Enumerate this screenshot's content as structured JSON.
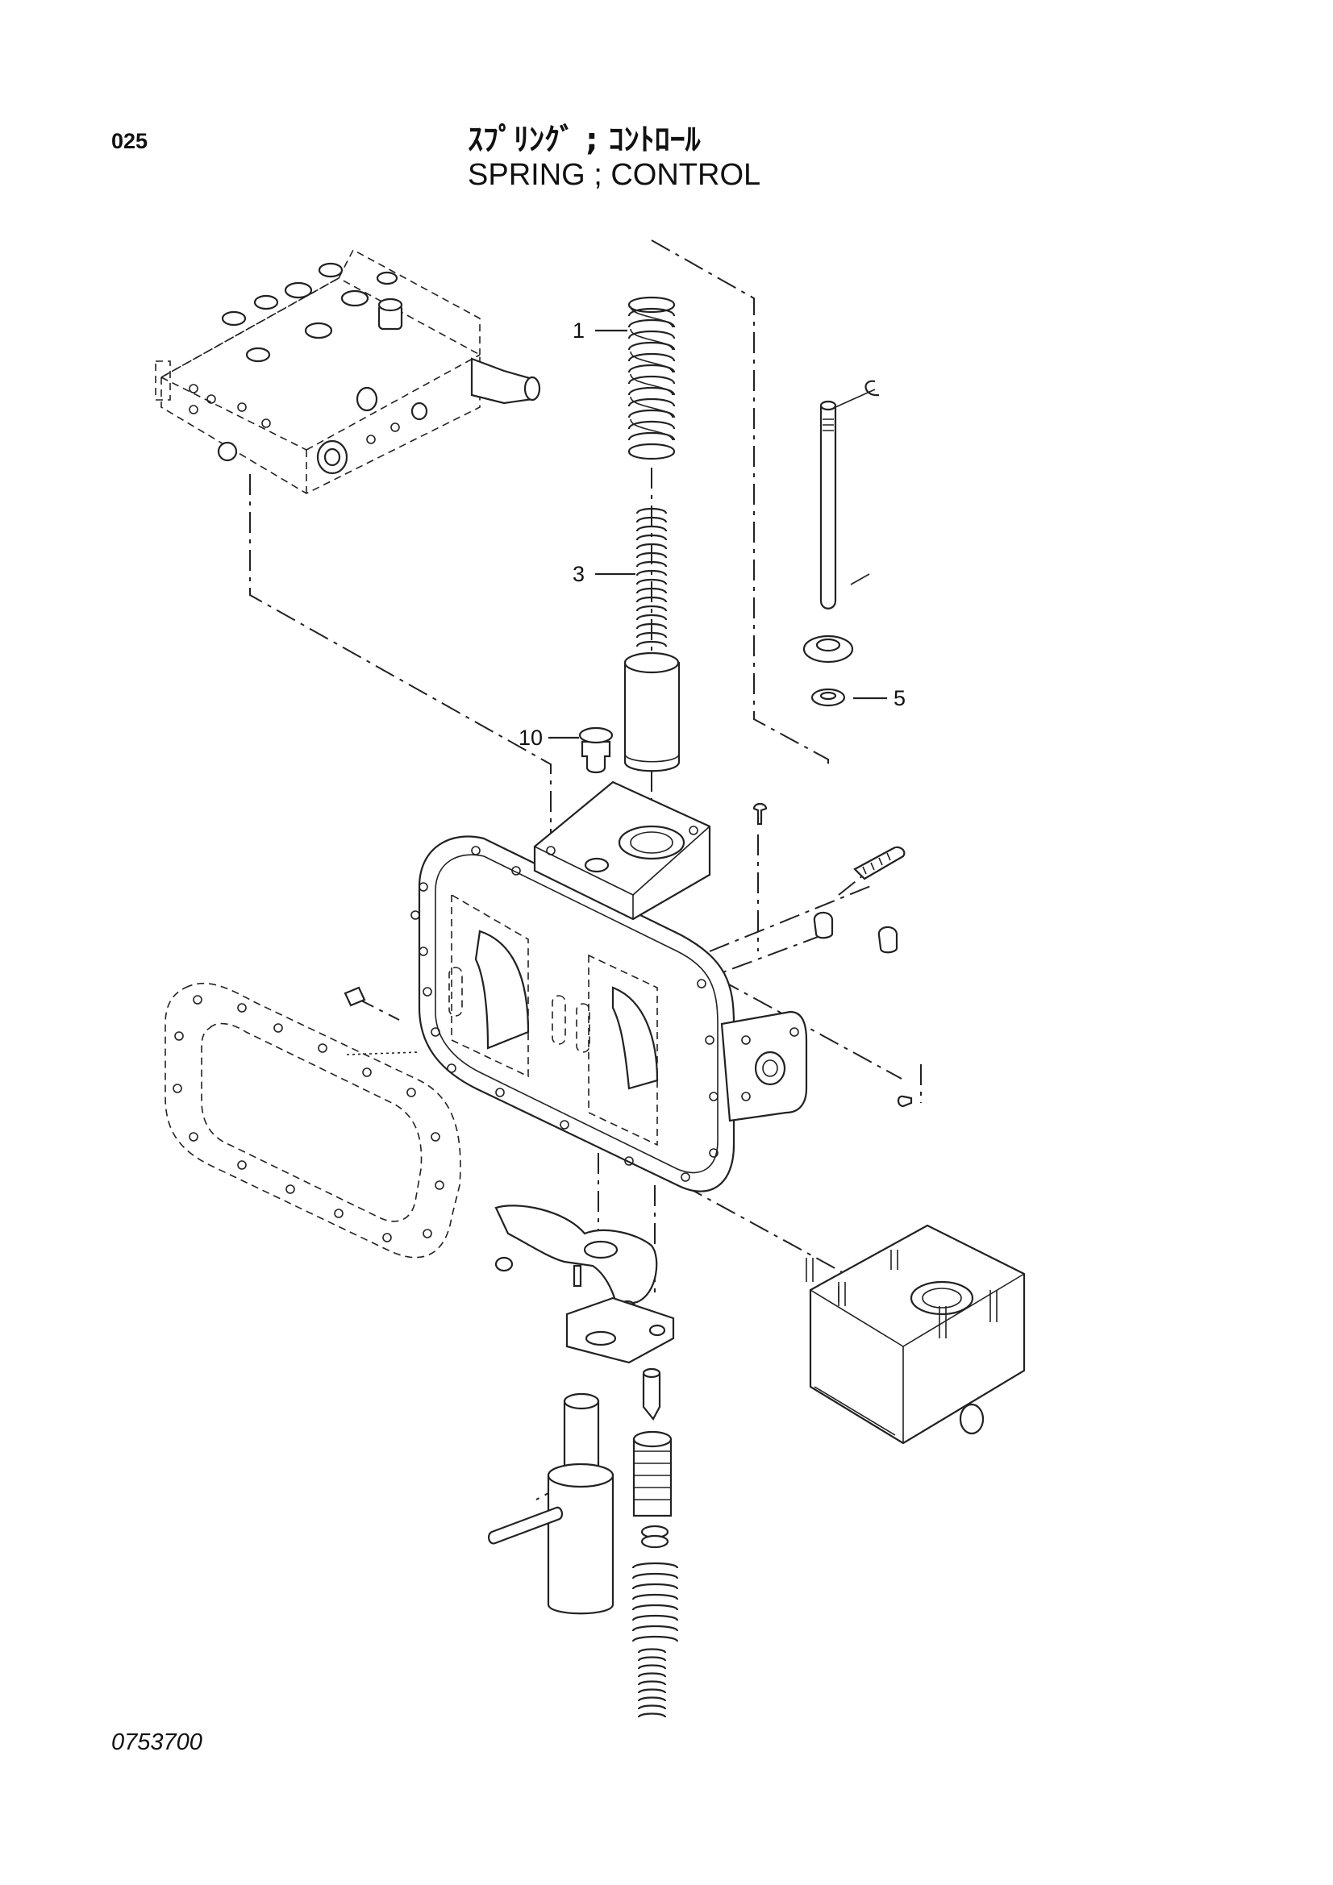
{
  "header": {
    "page_number": "025",
    "title_jp": "ｽﾌﾟﾘﾝｸﾞ ; ｺﾝﾄﾛｰﾙ",
    "title_en": "SPRING ; CONTROL"
  },
  "footer": {
    "drawing_number": "0753700"
  },
  "callouts": [
    {
      "id": "part-1",
      "label": "1"
    },
    {
      "id": "part-3",
      "label": "3"
    },
    {
      "id": "part-5",
      "label": "5"
    },
    {
      "id": "part-10",
      "label": "10"
    }
  ]
}
